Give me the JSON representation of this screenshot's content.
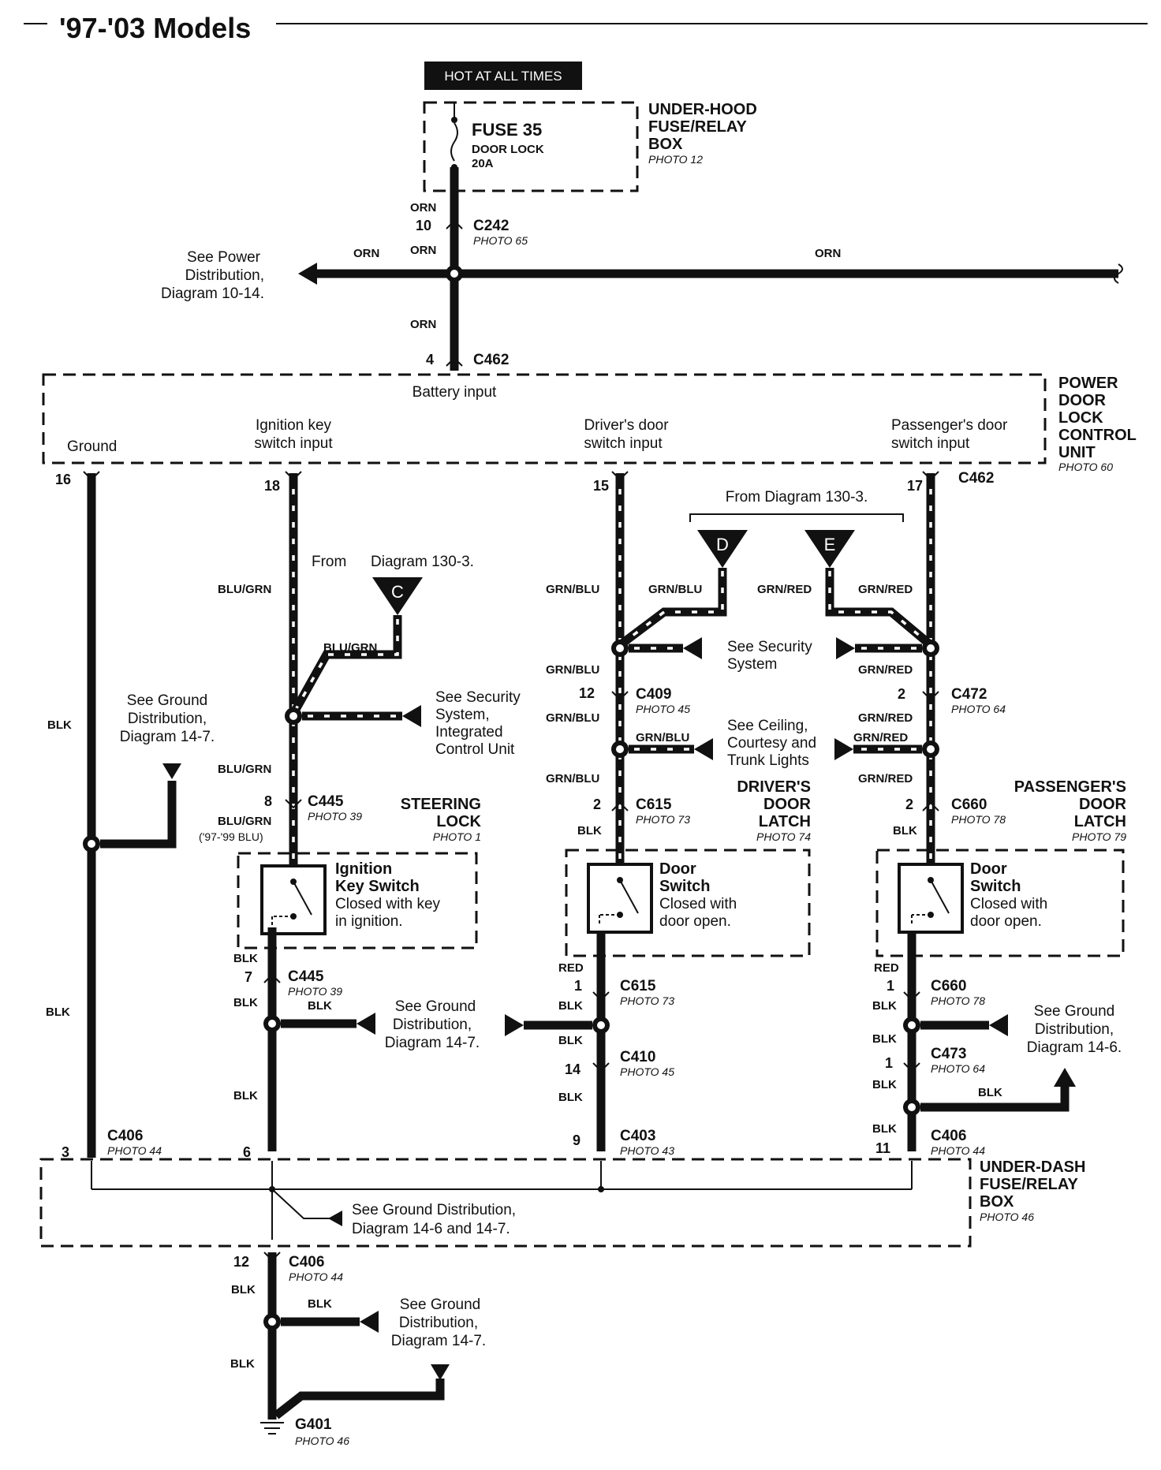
{
  "title": "'97-'03 Models",
  "hot_label": "HOT AT ALL TIMES",
  "fuse": {
    "name": "FUSE 35",
    "desc": "DOOR LOCK",
    "rating": "20A"
  },
  "underhood": {
    "l1": "UNDER-HOOD",
    "l2": "FUSE/RELAY",
    "l3": "BOX",
    "photo": "PHOTO 12"
  },
  "pdlcu": {
    "l1": "POWER",
    "l2": "DOOR",
    "l3": "LOCK",
    "l4": "CONTROL",
    "l5": "UNIT",
    "photo": "PHOTO 60",
    "battery": "Battery input",
    "ground": "Ground",
    "ign1": "Ignition key",
    "ign2": "switch input",
    "drv1": "Driver's door",
    "drv2": "switch input",
    "pas1": "Passenger's door",
    "pas2": "switch input"
  },
  "underdash": {
    "l1": "UNDER-DASH",
    "l2": "FUSE/RELAY",
    "l3": "BOX",
    "photo": "PHOTO 46"
  },
  "refs": {
    "power1": "See Power",
    "power2": "Distribution,",
    "power3": "Diagram 10-14.",
    "from130": "From Diagram 130-3.",
    "fromC1": "From",
    "fromC2": "Diagram 130-3.",
    "sec1": "See Security",
    "sec2": "System",
    "secicu1": "See Security",
    "secicu2": "System,",
    "secicu3": "Integrated",
    "secicu4": "Control Unit",
    "ceil1": "See Ceiling,",
    "ceil2": "Courtesy and",
    "ceil3": "Trunk Lights",
    "gd1": "See Ground",
    "gd2": "Distribution,",
    "gd147": "Diagram 14-7.",
    "gd146": "Diagram 14-6.",
    "gdbox1": "See Ground Distribution,",
    "gdbox2": "Diagram 14-6 and 14-7."
  },
  "components": {
    "steer1": "STEERING",
    "steer2": "LOCK",
    "steer_photo": "PHOTO 1",
    "ign1": "Ignition",
    "ign2": "Key Switch",
    "ign3": "Closed with key",
    "ign4": "in ignition.",
    "drvl1": "DRIVER'S",
    "drvl2": "DOOR",
    "drvl3": "LATCH",
    "drvl_photo": "PHOTO 74",
    "pasl1": "PASSENGER'S",
    "pasl2": "DOOR",
    "pasl3": "LATCH",
    "pasl_photo": "PHOTO 79",
    "ds1": "Door",
    "ds2": "Switch",
    "ds3": "Closed with",
    "ds4": "door open."
  },
  "connectors": {
    "c242": "C242",
    "p65": "PHOTO 65",
    "c462": "C462",
    "c445": "C445",
    "p39": "PHOTO 39",
    "c409": "C409",
    "c410": "C410",
    "p45": "PHOTO 45",
    "c472": "C472",
    "c473": "C473",
    "p64": "PHOTO 64",
    "c615": "C615",
    "p73": "PHOTO 73",
    "c660": "C660",
    "p78": "PHOTO 78",
    "c406": "C406",
    "p44": "PHOTO 44",
    "c403": "C403",
    "p43": "PHOTO 43",
    "g401": "G401",
    "p46": "PHOTO 46"
  },
  "pins": {
    "p10": "10",
    "p4": "4",
    "p16": "16",
    "p18": "18",
    "p15": "15",
    "p17": "17",
    "p8": "8",
    "p7": "7",
    "p12": "12",
    "p2": "2",
    "p1": "1",
    "p14": "14",
    "p9": "9",
    "p3": "3",
    "p6": "6",
    "p11": "11"
  },
  "wires": {
    "orn": "ORN",
    "blk": "BLK",
    "blugrn": "BLU/GRN",
    "grnblu": "GRN/BLU",
    "grnred": "GRN/RED",
    "red": "RED",
    "blu99": "('97-'99 BLU)"
  },
  "markers": {
    "c": "C",
    "d": "D",
    "e": "E"
  }
}
